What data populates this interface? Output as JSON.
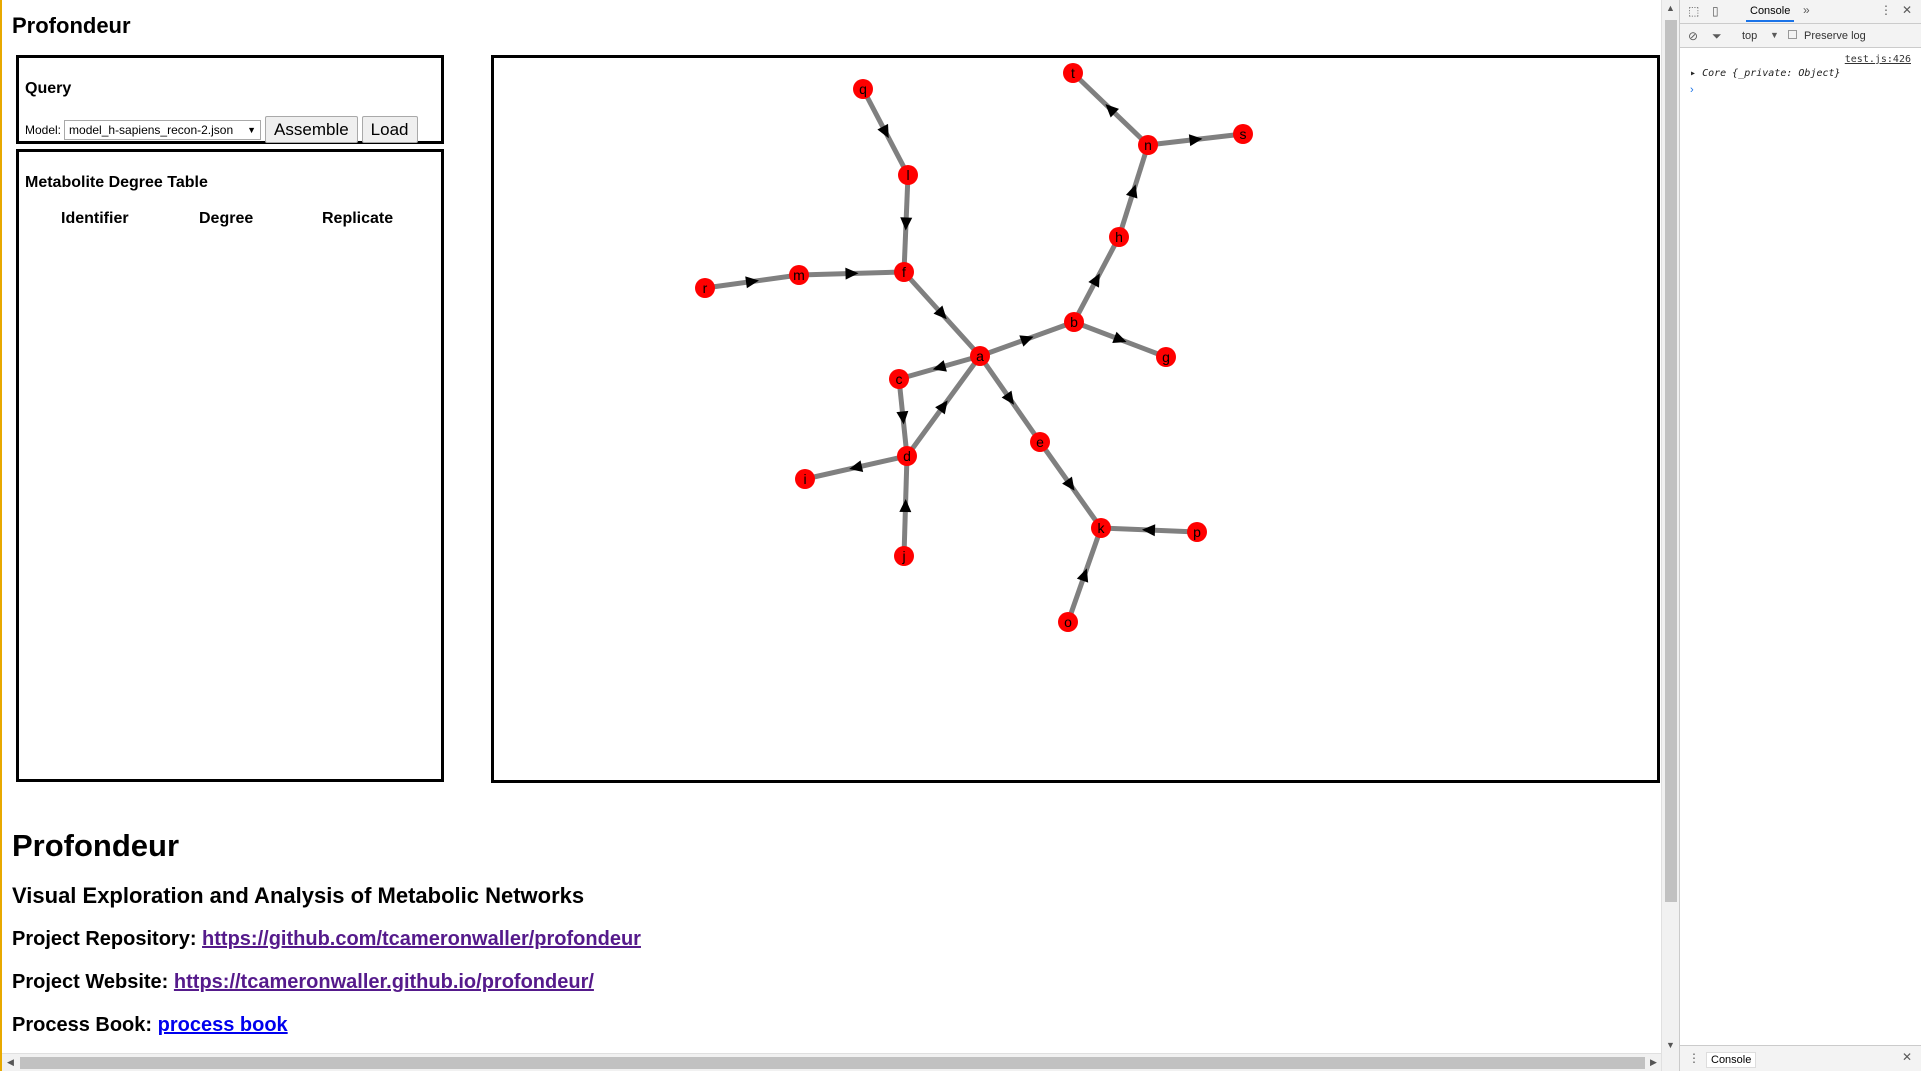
{
  "app": {
    "title": "Profondeur"
  },
  "query": {
    "heading": "Query",
    "model_label": "Model:",
    "model_value": "model_h-sapiens_recon-2.json",
    "assemble_label": "Assemble",
    "load_label": "Load"
  },
  "degree_table": {
    "heading": "Metabolite Degree Table",
    "columns": [
      "Identifier",
      "Degree",
      "Replicate"
    ]
  },
  "graph": {
    "node_color": "#ff0000",
    "edge_color": "#808080",
    "nodes": [
      "a",
      "b",
      "c",
      "d",
      "e",
      "f",
      "g",
      "h",
      "i",
      "j",
      "k",
      "l",
      "m",
      "n",
      "o",
      "p",
      "q",
      "r",
      "s",
      "t"
    ]
  },
  "footer": {
    "title": "Profondeur",
    "subtitle": "Visual Exploration and Analysis of Metabolic Networks",
    "repo_label": "Project Repository:",
    "repo_link": "https://github.com/tcameronwaller/profondeur",
    "website_label": "Project Website:",
    "website_link": "https://tcameronwaller.github.io/profondeur/",
    "book_label": "Process Book:",
    "book_link": "process book"
  },
  "devtools": {
    "tab_console": "Console",
    "context": "top",
    "preserve_log": "Preserve log",
    "log_source": "test.js:426",
    "log_entry": "Core {_private: Object}",
    "drawer_tab": "Console"
  }
}
